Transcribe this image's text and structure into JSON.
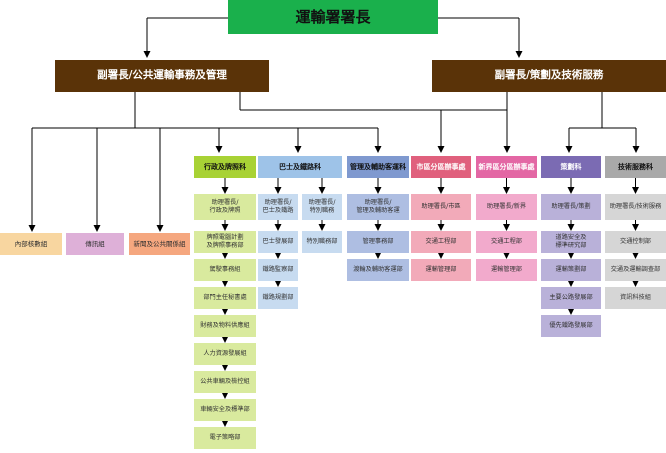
{
  "top": {
    "label": "運輸署署長",
    "color": "#1ab04c"
  },
  "deputies": [
    {
      "label": "副署長/公共運輸事務及管理",
      "color": "#5a3308"
    },
    {
      "label": "副署長/策劃及技術服務",
      "color": "#5a3308"
    }
  ],
  "direct_units": [
    {
      "label": "內部核數組",
      "color": "#f8d6a0"
    },
    {
      "label": "傳訊組",
      "color": "#deb0d8"
    },
    {
      "label": "新聞及公共關係組",
      "color": "#f5a77f"
    }
  ],
  "branches": [
    {
      "title": "行政及牌照科",
      "head_color": "#a8d235",
      "cell_color": "#d9ea9e",
      "items": [
        "助理署長/\n行政及牌照",
        "牌照電腦計劃\n及牌照事務部",
        "駕駛事務組",
        "部門主任秘書處",
        "財務及物料供應組",
        "人力資源發展組",
        "公共車輛及檢控組",
        "車輛安全及標準部",
        "電子策略部"
      ]
    },
    {
      "title": "巴士及鐵路科",
      "head_color": "#9ec3e8",
      "cell_color": "#c7dbf0",
      "items": [
        "助理署長/\n巴士及鐵路",
        "巴士發展部",
        "鐵路監察部",
        "鐵路規劃部"
      ],
      "extra": [
        "助理署長/\n特別職務",
        "特別職務部"
      ]
    },
    {
      "title": "管理及輔助客運科",
      "head_color": "#7f99cf",
      "cell_color": "#aebee2",
      "items": [
        "助理署長/\n管理及輔助客運",
        "管理事務部",
        "渡輪及輔助客運部"
      ]
    },
    {
      "title": "市區分區辦事處",
      "head_color": "#e0607d",
      "cell_color": "#f2aab9",
      "items": [
        "助理署長/市區",
        "交通工程部",
        "運輸管理部"
      ]
    },
    {
      "title": "新界區分區辦事處",
      "head_color": "#e367a4",
      "cell_color": "#f2aacc",
      "items": [
        "助理署長/新界",
        "交通工程部",
        "運輸管理部"
      ]
    },
    {
      "title": "策劃科",
      "head_color": "#7b6bb3",
      "cell_color": "#b9b1d9",
      "items": [
        "助理署長/策劃",
        "道路安全及\n標準研究部",
        "運輸策劃部",
        "主要公路發展部",
        "優先鐵路發展部"
      ]
    },
    {
      "title": "技術服務科",
      "head_color": "#a9a9a9",
      "cell_color": "#d6d6d6",
      "items": [
        "助理署長/技術服務",
        "交通控制部",
        "交通及運輸調查部",
        "資訊科技組"
      ]
    }
  ]
}
